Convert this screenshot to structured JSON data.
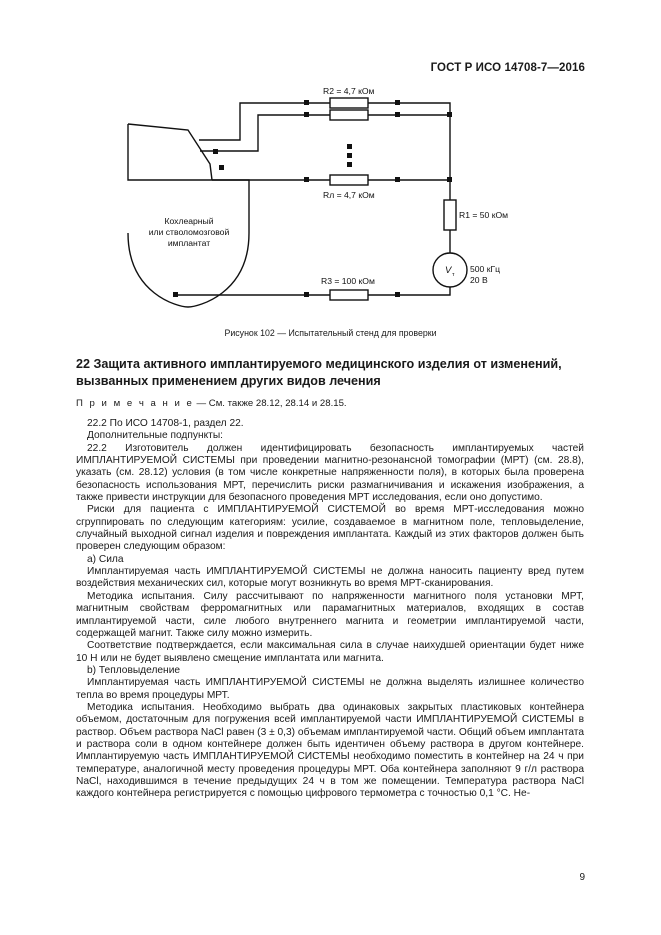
{
  "header": "ГОСТ Р ИСО 14708-7—2016",
  "figure": {
    "r2_label": "R2 = 4,7 кОм",
    "rl_label": "Rл = 4,7 кОм",
    "r1_label": "R1 = 50 кОм",
    "r3_label": "R3 = 100 кОм",
    "device_line1": "Кохлеарный",
    "device_line2": "или стволомозговой",
    "device_line3": "имплантат",
    "source_symbol": "V",
    "source_sub": "т",
    "freq": "500 кГц",
    "volt": "20 В",
    "caption": "Рисунок 102 — Испытательный стенд для проверки"
  },
  "section": {
    "number": "22",
    "title": "Защита активного имплантируемого медицинского изделия от изменений, вызванных применением других видов лечения"
  },
  "note": {
    "label": "П р и м е ч а н и е",
    "text": " — См. также 28.12, 28.14 и 28.15."
  },
  "body": [
    "22.2 По ИСО 14708-1, раздел 22.",
    "Дополнительные подпункты:",
    "22.2 Изготовитель должен идентифицировать безопасность имплантируемых частей ИМПЛАНТИРУЕМОЙ СИСТЕМЫ при проведении магнитно-резонансной томографии (МРТ) (см. 28.8), указать (см. 28.12) условия (в том числе конкретные напряженности поля), в которых была проверена безопасность использования МРТ, перечислить риски размагничивания и искажения изображения, а также привести инструкции для безопасного проведения МРТ исследования, если оно допустимо.",
    "Риски для пациента с ИМПЛАНТИРУЕМОЙ СИСТЕМОЙ во время МРТ-исследования можно сгруппировать по следующим категориям: усилие, создаваемое в магнитном поле, тепловыделение, случайный выходной сигнал изделия и повреждения имплантата. Каждый из этих факторов должен быть проверен следующим образом:",
    "а) Сила",
    "Имплантируемая часть ИМПЛАНТИРУЕМОЙ СИСТЕМЫ не должна наносить пациенту вред путем воздействия механических сил, которые могут возникнуть во время МРТ-сканирования.",
    "Методика испытания. Силу рассчитывают по напряженности магнитного поля установки МРТ, магнитным свойствам ферромагнитных или парамагнитных материалов, входящих в состав имплантируемой части, силе любого внутреннего магнита и геометрии имплантируемой части, содержащей магнит. Также силу можно измерить.",
    "Соответствие подтверждается, если максимальная сила в случае наихудшей ориентации будет ниже 10 Н или не будет выявлено смещение имплантата или магнита.",
    "b) Тепловыделение",
    "Имплантируемая часть ИМПЛАНТИРУЕМОЙ СИСТЕМЫ не должна выделять излишнее количество тепла во время процедуры МРТ.",
    "Методика испытания. Необходимо выбрать два одинаковых закрытых пластиковых контейнера объемом, достаточным для погружения всей имплантируемой части ИМПЛАНТИРУЕМОЙ СИСТЕМЫ в раствор. Объем раствора NaCl равен (3 ± 0,3) объемам имплантируемой части. Общий объем имплантата и раствора соли в одном контейнере должен быть идентичен объему раствора в другом контейнере. Имплантируемую часть ИМПЛАНТИРУЕМОЙ СИСТЕМЫ необходимо поместить в контейнер на 24 ч при температуре, аналогичной месту проведения процедуры МРТ. Оба контейнера заполняют 9 г/л раствора NaCl, находившимся в течение предыдущих 24 ч в том же помещении. Температура раствора NaCl каждого контейнера регистрируется с помощью цифрового термометра с точностью 0,1 °С. Не-"
  ],
  "page_number": "9"
}
